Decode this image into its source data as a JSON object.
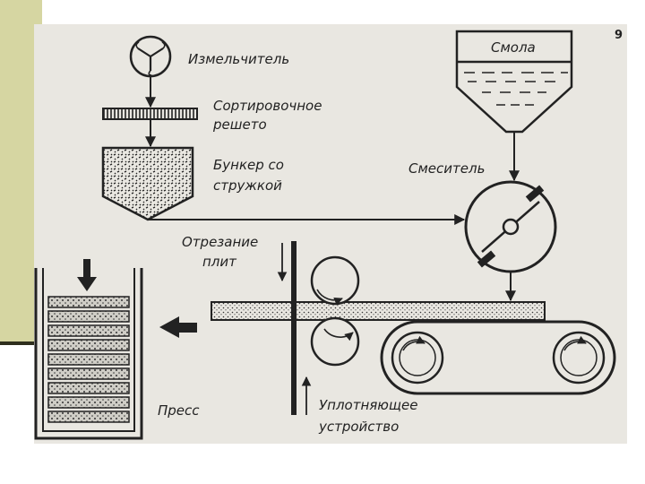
{
  "page_number": "9",
  "labels": {
    "chipper": "Измельчитель",
    "sieve_line1": "Сортировочное",
    "sieve_line2": "решето",
    "bunker_line1": "Бункер со",
    "bunker_line2": "стружкой",
    "resin": "Смола",
    "mixer": "Смеситель",
    "cutting_line1": "Отрезание",
    "cutting_line2": "плит",
    "press": "Пресс",
    "compactor_line1": "Уплотняющее",
    "compactor_line2": "устройство"
  },
  "colors": {
    "slide_panel": "#d6d6a2",
    "slide_rule": "#2f2f1e",
    "scan_background": "#e9e7e1",
    "ink": "#222222"
  }
}
